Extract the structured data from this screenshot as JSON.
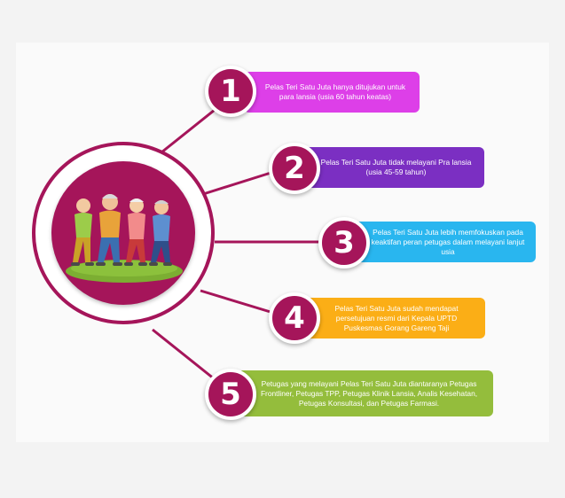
{
  "colors": {
    "hub": "#a5155a",
    "item1": "#dd3fe8",
    "item2": "#7b2fc2",
    "item3": "#29b6ef",
    "item4": "#fbae16",
    "item5": "#94bd3c"
  },
  "items": [
    {
      "number": "1",
      "text": "Pelas Teri Satu Juta hanya ditujukan untuk para lansia (usia 60 tahun keatas)"
    },
    {
      "number": "2",
      "text": "Pelas Teri Satu Juta tidak melayani Pra lansia (usia 45-59 tahun)"
    },
    {
      "number": "3",
      "text": "Pelas Teri Satu Juta lebih memfokuskan pada keaktifan peran petugas dalam melayani lanjut usia"
    },
    {
      "number": "4",
      "text": "Pelas Teri Satu Juta sudah mendapat persetujuan resmi dari Kepala UPTD Puskesmas Gorang Gareng Taji"
    },
    {
      "number": "5",
      "text": "Petugas yang melayani Pelas Teri Satu Juta diantaranya Petugas Frontliner, Petugas TPP, Petugas Klinik Lansia, Analis Kesehatan, Petugas Konsultasi, dan Petugas Farmasi."
    }
  ],
  "illustration": {
    "icon": "elderly-group-icon"
  }
}
